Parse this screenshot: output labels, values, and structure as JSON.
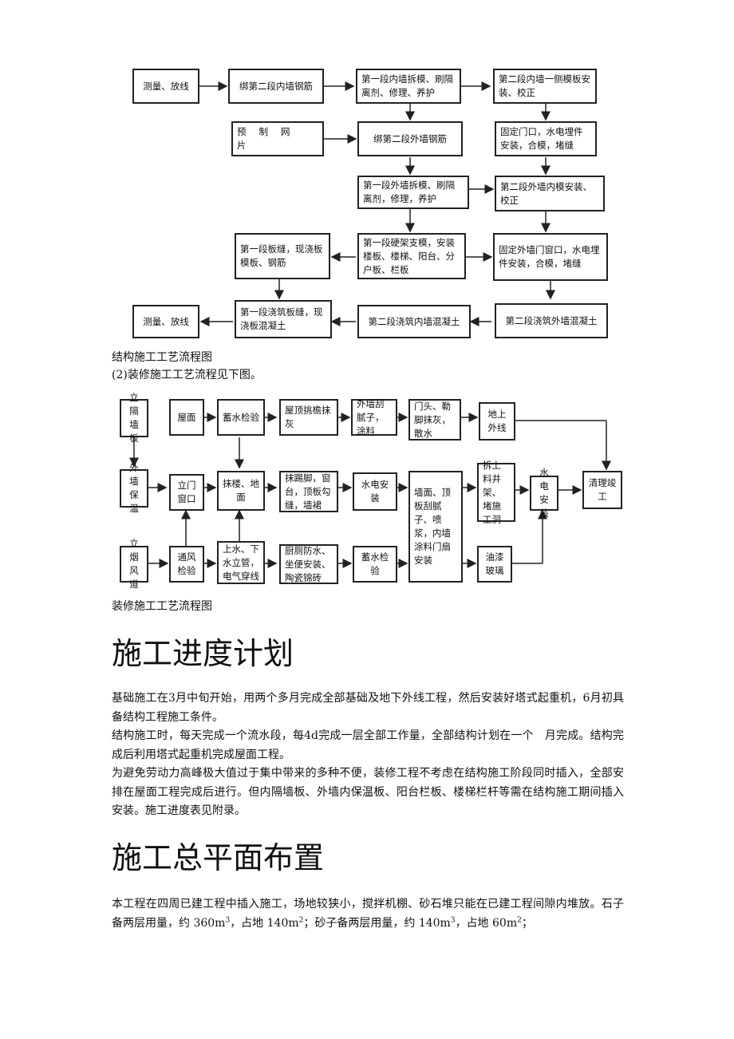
{
  "structure_flow": {
    "boxes": {
      "measure1": "测量、放线",
      "tie_inner2": "绑第二段内墙钢筋",
      "strip_inner1": "第一段内墙拆模、刷隔离剂、修理、养护",
      "inner2_side": "第二段内墙一侧模板安装、校正",
      "prefab_mesh": "预制网片",
      "tie_outer2": "绑第二段外墙钢筋",
      "fix_door": "固定门口，水电埋件安装，合模，堵缝",
      "strip_outer1": "第一段外墙拆模、刷隔离剂，修理，养护",
      "outer2_inner_form": "第二段外墙内模安装、校正",
      "joint_form1": "第一段板缝，现浇板模板、钢筋",
      "hard_frame1": "第一段硬架支模，安装楼板、楼梯、阳台、分户板、栏板",
      "fix_outer_win": "固定外墙门窗口，水电埋件安装，合模，堵缝",
      "measure2": "测量、放线",
      "pour_joint1": "第一段浇筑板缝，现浇板混凝土",
      "pour_inner2": "第二段浇筑内墙混凝土",
      "pour_outer2": "第二段浇筑外墙混凝土"
    },
    "caption": "结构施工工艺流程图"
  },
  "intro_line": "(2)装修施工工艺流程见下图。",
  "decoration_flow": {
    "boxes": {
      "partition": "立隔墙板",
      "roof": "屋面",
      "water_test1": "蓄水检验",
      "roof_eaves": "屋顶挑檐抹灰",
      "outer_putty": "外墙刮腻子，涂料",
      "door_plaster": "门头、勒脚抹灰，散水",
      "ground_lines": "地上外线",
      "outer_insul": "外墙保温",
      "door_win": "立门窗口",
      "plaster_floor": "抹楼、地面",
      "skirting": "抹踢脚，窗台，顶板勾缝，墙裙",
      "elec_install": "水电安装",
      "ceiling_paint": "墙面、顶板刮腻子、喷浆，内墙涂料门扇安装",
      "dismantle": "拆上料井架、堵施工洞",
      "elec_install2": "水电安装",
      "cleanup": "清理竣工",
      "chimney": "立烟风道",
      "vent_test": "通风检验",
      "pipes": "上水、下水立管，电气穿线",
      "kitchen": "厨厕防水、坐便安装、陶瓷锦砖",
      "water_test2": "蓄水检验",
      "oil_glass": "油漆玻璃"
    },
    "caption": "装修施工工艺流程图"
  },
  "section1": {
    "heading": "施工进度计划",
    "paragraphs": [
      "基础施工在3月中旬开始，用两个多月完成全部基础及地下外线工程，然后安装好塔式起重机，6月初具备结构工程施工条件。",
      "结构施工时，每天完成一个流水段，每4d完成一层全部工作量，全部结构计划在一个　月完成。结构完成后利用塔式起重机完成屋面工程。",
      "为避免劳动力高峰极大值过于集中带来的多种不便，装修工程不考虑在结构施工阶段同时插入，全部安排在屋面工程完成后进行。但内隔墙板、外墙内保温板、阳台栏板、楼梯栏杆等需在结构施工期间插入安装。施工进度表见附录。"
    ]
  },
  "section2": {
    "heading": "施工总平面布置",
    "para_a": "本工程在四周已建工程中插入施工，场地较狭小，搅拌机棚、砂石堆只能在已建工程间隙内堆放。石子备两层用量，约 360m",
    "para_b": "，占地 140m",
    "para_c": "；砂子备两层用量，约 140m",
    "para_d": "，占地 60m",
    "para_e": "；",
    "sup3": "3",
    "sup2": "2"
  }
}
